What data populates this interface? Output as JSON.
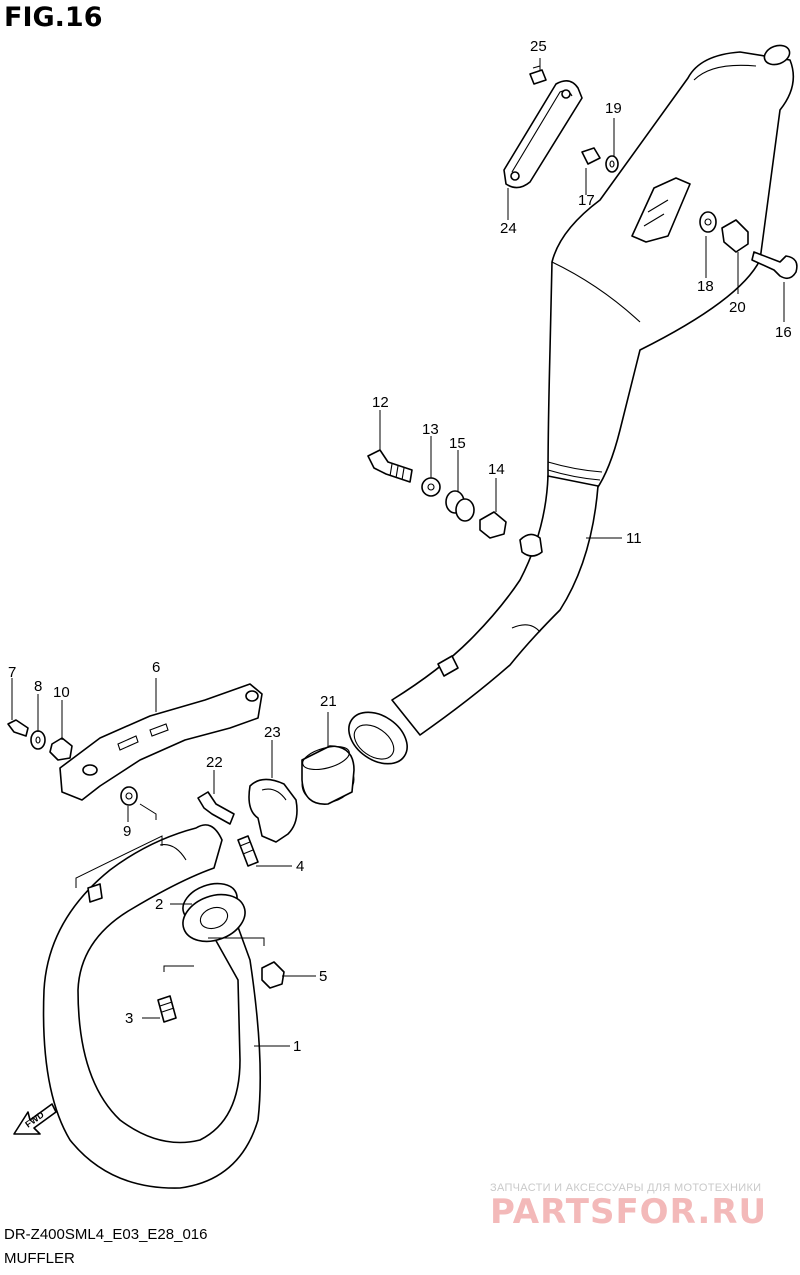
{
  "figure": {
    "title": "FIG.16",
    "model_code": "DR-Z400SML4_E03_E28_016",
    "caption": "MUFFLER"
  },
  "watermark": {
    "tagline": "ЗАПЧАСТИ И АКСЕССУАРЫ ДЛЯ МОТОТЕХНИКИ",
    "logo": "PARTSFOR.RU"
  },
  "fwd_label": "FWD",
  "parts": [
    {
      "ref": "1",
      "label": "1"
    },
    {
      "ref": "2",
      "label": "2"
    },
    {
      "ref": "3",
      "label": "3"
    },
    {
      "ref": "4",
      "label": "4"
    },
    {
      "ref": "5",
      "label": "5"
    },
    {
      "ref": "6",
      "label": "6"
    },
    {
      "ref": "7",
      "label": "7"
    },
    {
      "ref": "8",
      "label": "8"
    },
    {
      "ref": "9",
      "label": "9"
    },
    {
      "ref": "10",
      "label": "10"
    },
    {
      "ref": "11",
      "label": "11"
    },
    {
      "ref": "12",
      "label": "12"
    },
    {
      "ref": "13",
      "label": "13"
    },
    {
      "ref": "14",
      "label": "14"
    },
    {
      "ref": "15",
      "label": "15"
    },
    {
      "ref": "16",
      "label": "16"
    },
    {
      "ref": "17",
      "label": "17"
    },
    {
      "ref": "18",
      "label": "18"
    },
    {
      "ref": "19",
      "label": "19"
    },
    {
      "ref": "20",
      "label": "20"
    },
    {
      "ref": "21",
      "label": "21"
    },
    {
      "ref": "22",
      "label": "22"
    },
    {
      "ref": "23",
      "label": "23"
    },
    {
      "ref": "24",
      "label": "24"
    },
    {
      "ref": "25",
      "label": "25"
    }
  ]
}
